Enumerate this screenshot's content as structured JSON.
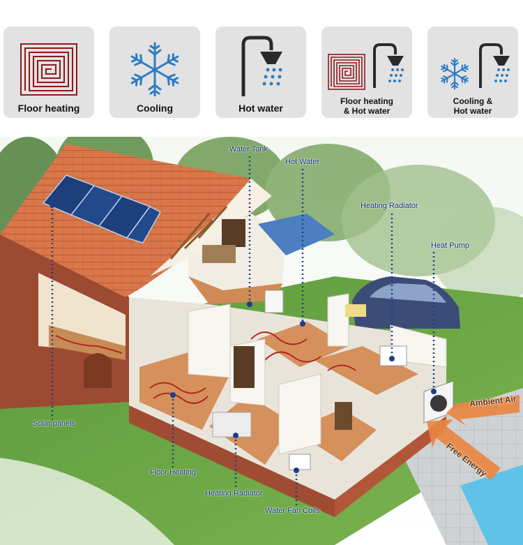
{
  "tiles": [
    {
      "id": "floor-heating",
      "label": "Floor heating"
    },
    {
      "id": "cooling",
      "label": "Cooling"
    },
    {
      "id": "hot-water",
      "label": "Hot water"
    },
    {
      "id": "floor-hot",
      "line1": "Floor heating",
      "line2": "& Hot water"
    },
    {
      "id": "cool-hot",
      "line1": "Cooling &",
      "line2": "Hot water"
    }
  ],
  "callouts": {
    "water_tank": "Water Tank",
    "hot_water": "Hot Water",
    "heating_radiator_top": "Heating Radiator",
    "heat_pump": "Heat Pump",
    "solar_panels": "Solar panels",
    "floor_heating": "Floor Heating",
    "heating_radiator_bottom": "Heating Radiator",
    "water_fan_coils": "Water Fan Coils"
  },
  "arrows": {
    "ambient_air": "Ambient Air",
    "free_energy": "Free Energy"
  },
  "colors": {
    "tile_bg": "#e2e2e2",
    "floor_coil": "#8b1a1a",
    "snowflake": "#2b7cc4",
    "water_drops": "#2b7cc4",
    "pipe": "#2a2a2a",
    "callout_text": "#0d2f6e",
    "arrow": "#e8823a"
  }
}
